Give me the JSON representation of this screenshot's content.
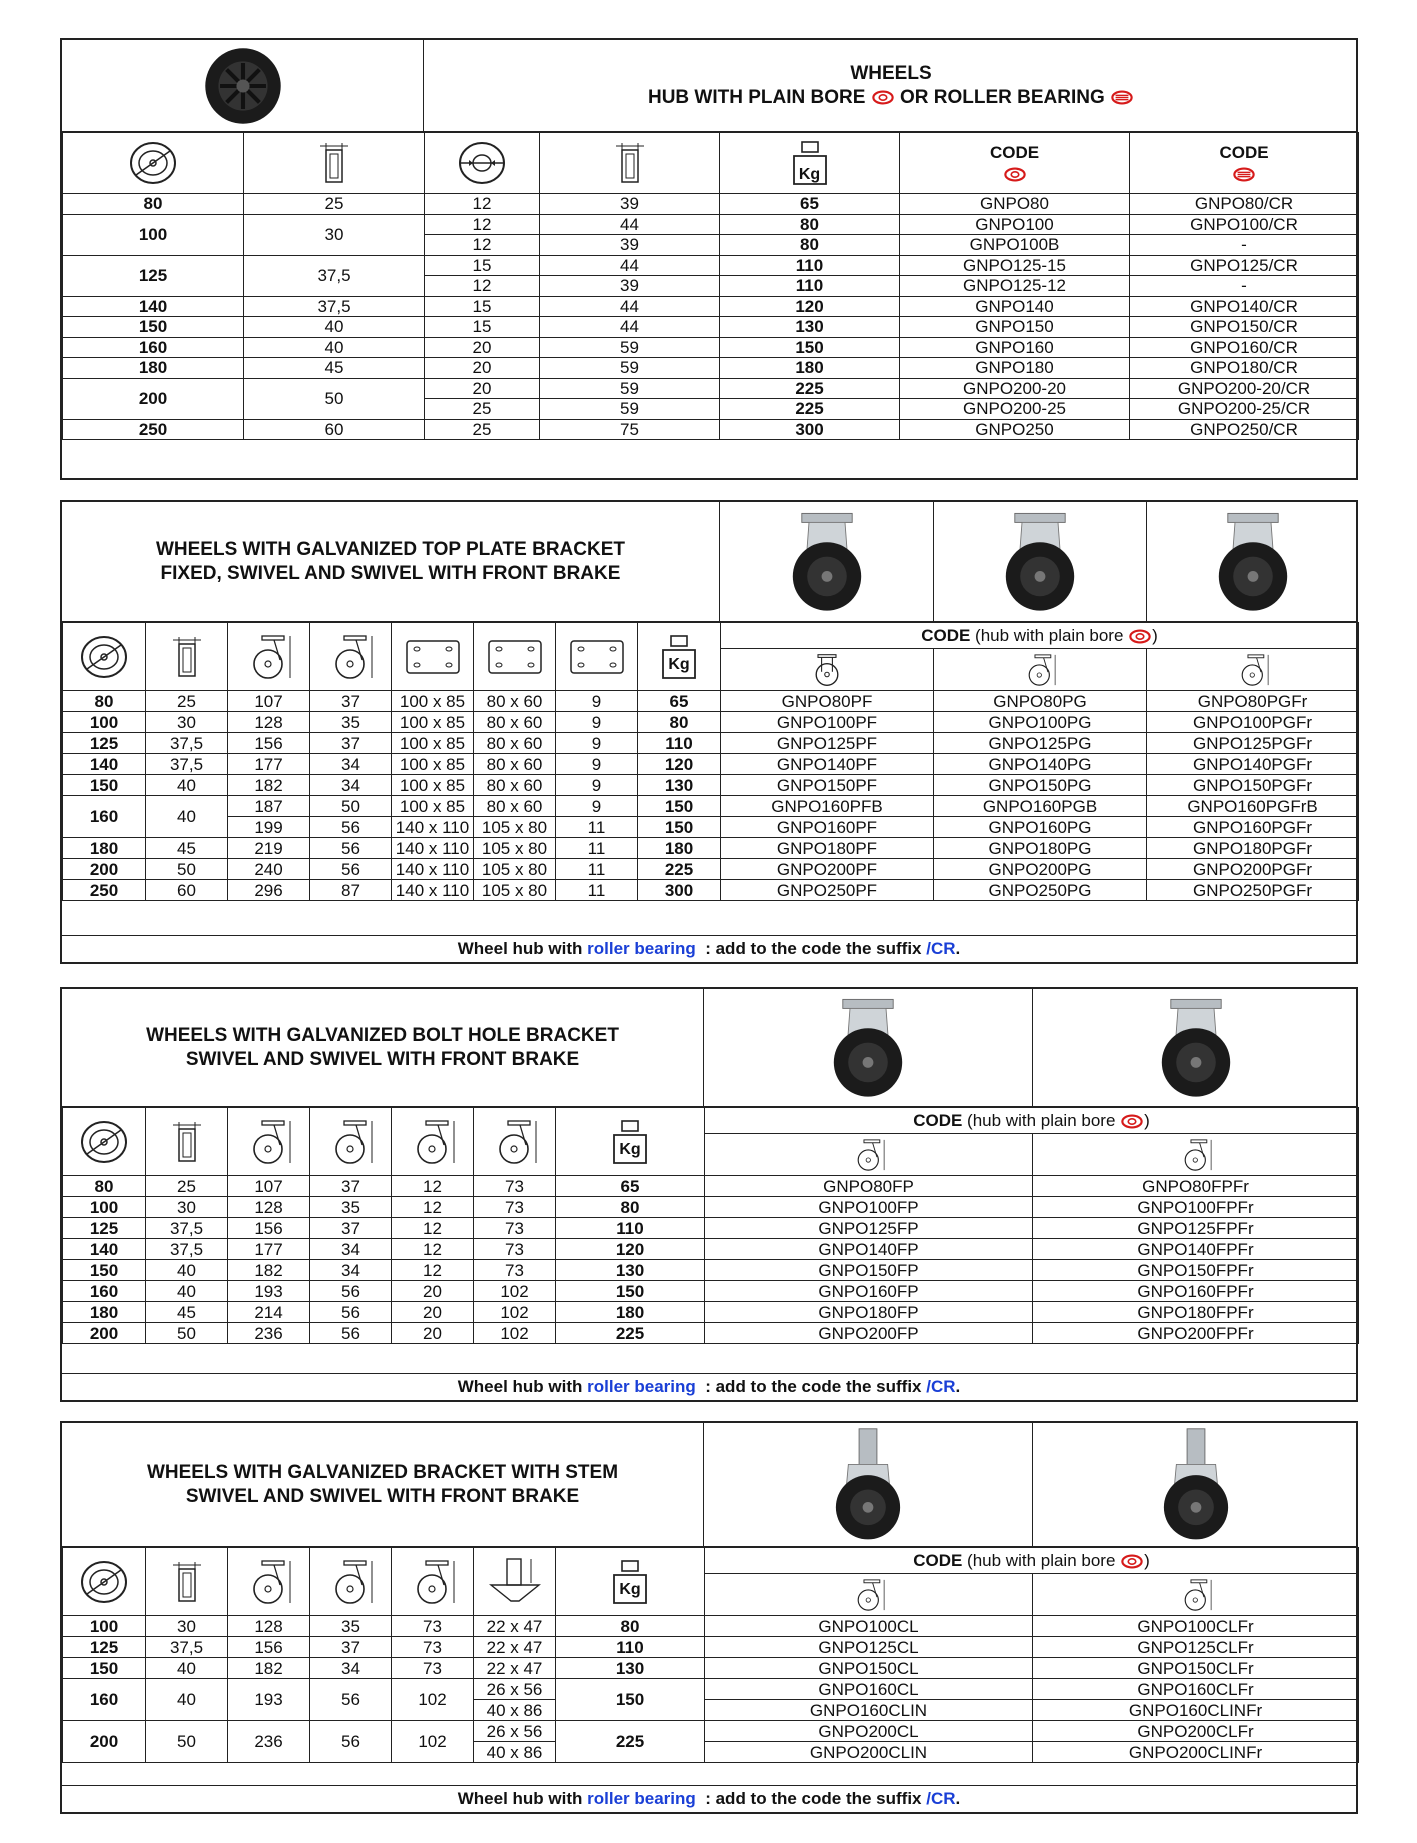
{
  "section1": {
    "title": "WHEELS",
    "subtitle_a": "HUB WITH PLAIN BORE",
    "subtitle_b": "OR ROLLER BEARING",
    "code_label": "CODE",
    "kg_label": "Kg",
    "rows": [
      {
        "d": "80",
        "w": "25",
        "bore": "12",
        "hub": "39",
        "kg": "65",
        "c1": "GNPO80",
        "c2": "GNPO80/CR"
      },
      {
        "d": "100",
        "w": "30",
        "bore": "12",
        "hub": "44",
        "kg": "80",
        "c1": "GNPO100",
        "c2": "GNPO100/CR"
      },
      {
        "d": "",
        "w": "",
        "bore": "12",
        "hub": "39",
        "kg": "80",
        "c1": "GNPO100B",
        "c2": "-"
      },
      {
        "d": "125",
        "w": "37,5",
        "bore": "15",
        "hub": "44",
        "kg": "110",
        "c1": "GNPO125-15",
        "c2": "GNPO125/CR"
      },
      {
        "d": "",
        "w": "",
        "bore": "12",
        "hub": "39",
        "kg": "110",
        "c1": "GNPO125-12",
        "c2": "-"
      },
      {
        "d": "140",
        "w": "37,5",
        "bore": "15",
        "hub": "44",
        "kg": "120",
        "c1": "GNPO140",
        "c2": "GNPO140/CR"
      },
      {
        "d": "150",
        "w": "40",
        "bore": "15",
        "hub": "44",
        "kg": "130",
        "c1": "GNPO150",
        "c2": "GNPO150/CR"
      },
      {
        "d": "160",
        "w": "40",
        "bore": "20",
        "hub": "59",
        "kg": "150",
        "c1": "GNPO160",
        "c2": "GNPO160/CR"
      },
      {
        "d": "180",
        "w": "45",
        "bore": "20",
        "hub": "59",
        "kg": "180",
        "c1": "GNPO180",
        "c2": "GNPO180/CR"
      },
      {
        "d": "200",
        "w": "50",
        "bore": "20",
        "hub": "59",
        "kg": "225",
        "c1": "GNPO200-20",
        "c2": "GNPO200-20/CR"
      },
      {
        "d": "",
        "w": "",
        "bore": "25",
        "hub": "59",
        "kg": "225",
        "c1": "GNPO200-25",
        "c2": "GNPO200-25/CR"
      },
      {
        "d": "250",
        "w": "60",
        "bore": "25",
        "hub": "75",
        "kg": "300",
        "c1": "GNPO250",
        "c2": "GNPO250/CR"
      }
    ]
  },
  "section2": {
    "title_line1": "WHEELS WITH GALVANIZED TOP PLATE BRACKET",
    "title_line2": "FIXED, SWIVEL AND SWIVEL WITH FRONT BRAKE",
    "code_bold": "CODE",
    "code_rest": "(hub with plain bore",
    "code_close": ")",
    "kg_label": "Kg",
    "rows": [
      [
        "80",
        "25",
        "107",
        "37",
        "100 x 85",
        "80 x 60",
        "9",
        "65",
        "GNPO80PF",
        "GNPO80PG",
        "GNPO80PGFr"
      ],
      [
        "100",
        "30",
        "128",
        "35",
        "100 x 85",
        "80 x 60",
        "9",
        "80",
        "GNPO100PF",
        "GNPO100PG",
        "GNPO100PGFr"
      ],
      [
        "125",
        "37,5",
        "156",
        "37",
        "100 x 85",
        "80 x 60",
        "9",
        "110",
        "GNPO125PF",
        "GNPO125PG",
        "GNPO125PGFr"
      ],
      [
        "140",
        "37,5",
        "177",
        "34",
        "100 x 85",
        "80 x 60",
        "9",
        "120",
        "GNPO140PF",
        "GNPO140PG",
        "GNPO140PGFr"
      ],
      [
        "150",
        "40",
        "182",
        "34",
        "100 x 85",
        "80 x 60",
        "9",
        "130",
        "GNPO150PF",
        "GNPO150PG",
        "GNPO150PGFr"
      ],
      [
        "160",
        "40",
        "187",
        "50",
        "100 x 85",
        "80 x 60",
        "9",
        "150",
        "GNPO160PFB",
        "GNPO160PGB",
        "GNPO160PGFrB"
      ],
      [
        "",
        "",
        "199",
        "56",
        "140 x 110",
        "105 x 80",
        "11",
        "150",
        "GNPO160PF",
        "GNPO160PG",
        "GNPO160PGFr"
      ],
      [
        "180",
        "45",
        "219",
        "56",
        "140 x 110",
        "105 x 80",
        "11",
        "180",
        "GNPO180PF",
        "GNPO180PG",
        "GNPO180PGFr"
      ],
      [
        "200",
        "50",
        "240",
        "56",
        "140 x 110",
        "105 x 80",
        "11",
        "225",
        "GNPO200PF",
        "GNPO200PG",
        "GNPO200PGFr"
      ],
      [
        "250",
        "60",
        "296",
        "87",
        "140 x 110",
        "105 x 80",
        "11",
        "300",
        "GNPO250PF",
        "GNPO250PG",
        "GNPO250PGFr"
      ]
    ],
    "foot_a": "Wheel hub with",
    "foot_b": "roller bearing",
    "foot_c": ": add to the code the suffix",
    "foot_d": "/CR",
    "foot_e": "."
  },
  "section3": {
    "title_line1": "WHEELS WITH GALVANIZED BOLT HOLE BRACKET",
    "title_line2": "SWIVEL AND SWIVEL WITH FRONT BRAKE",
    "code_bold": "CODE",
    "code_rest": "(hub with plain bore",
    "code_close": ")",
    "kg_label": "Kg",
    "rows": [
      [
        "80",
        "25",
        "107",
        "37",
        "12",
        "73",
        "65",
        "GNPO80FP",
        "GNPO80FPFr"
      ],
      [
        "100",
        "30",
        "128",
        "35",
        "12",
        "73",
        "80",
        "GNPO100FP",
        "GNPO100FPFr"
      ],
      [
        "125",
        "37,5",
        "156",
        "37",
        "12",
        "73",
        "110",
        "GNPO125FP",
        "GNPO125FPFr"
      ],
      [
        "140",
        "37,5",
        "177",
        "34",
        "12",
        "73",
        "120",
        "GNPO140FP",
        "GNPO140FPFr"
      ],
      [
        "150",
        "40",
        "182",
        "34",
        "12",
        "73",
        "130",
        "GNPO150FP",
        "GNPO150FPFr"
      ],
      [
        "160",
        "40",
        "193",
        "56",
        "20",
        "102",
        "150",
        "GNPO160FP",
        "GNPO160FPFr"
      ],
      [
        "180",
        "45",
        "214",
        "56",
        "20",
        "102",
        "180",
        "GNPO180FP",
        "GNPO180FPFr"
      ],
      [
        "200",
        "50",
        "236",
        "56",
        "20",
        "102",
        "225",
        "GNPO200FP",
        "GNPO200FPFr"
      ]
    ],
    "foot_a": "Wheel hub with",
    "foot_b": "roller bearing",
    "foot_c": ": add to the code the suffix",
    "foot_d": "/CR",
    "foot_e": "."
  },
  "section4": {
    "title_line1": "WHEELS WITH GALVANIZED BRACKET WITH STEM",
    "title_line2": "SWIVEL AND SWIVEL WITH FRONT BRAKE",
    "code_bold": "CODE",
    "code_rest": "(hub with plain bore",
    "code_close": ")",
    "kg_label": "Kg",
    "rows": [
      {
        "d": "100",
        "w": "30",
        "h": "128",
        "o": "35",
        "r": "73",
        "stem": "22 x 47",
        "kg": "80",
        "c1": "GNPO100CL",
        "c2": "GNPO100CLFr"
      },
      {
        "d": "125",
        "w": "37,5",
        "h": "156",
        "o": "37",
        "r": "73",
        "stem": "22 x 47",
        "kg": "110",
        "c1": "GNPO125CL",
        "c2": "GNPO125CLFr"
      },
      {
        "d": "150",
        "w": "40",
        "h": "182",
        "o": "34",
        "r": "73",
        "stem": "22 x 47",
        "kg": "130",
        "c1": "GNPO150CL",
        "c2": "GNPO150CLFr"
      },
      {
        "d": "160",
        "w": "40",
        "h": "193",
        "o": "56",
        "r": "102",
        "stem": "26 x 56",
        "kg": "150",
        "c1": "GNPO160CL",
        "c2": "GNPO160CLFr"
      },
      {
        "d": "",
        "w": "",
        "h": "",
        "o": "",
        "r": "",
        "stem": "40 x 86",
        "kg": "",
        "c1": "GNPO160CLIN",
        "c2": "GNPO160CLINFr"
      },
      {
        "d": "200",
        "w": "50",
        "h": "236",
        "o": "56",
        "r": "102",
        "stem": "26 x 56",
        "kg": "225",
        "c1": "GNPO200CL",
        "c2": "GNPO200CLFr"
      },
      {
        "d": "",
        "w": "",
        "h": "",
        "o": "",
        "r": "",
        "stem": "40 x 86",
        "kg": "",
        "c1": "GNPO200CLIN",
        "c2": "GNPO200CLINFr"
      }
    ],
    "foot_a": "Wheel hub with",
    "foot_b": "roller bearing",
    "foot_c": ": add to the code the suffix",
    "foot_d": "/CR",
    "foot_e": "."
  }
}
